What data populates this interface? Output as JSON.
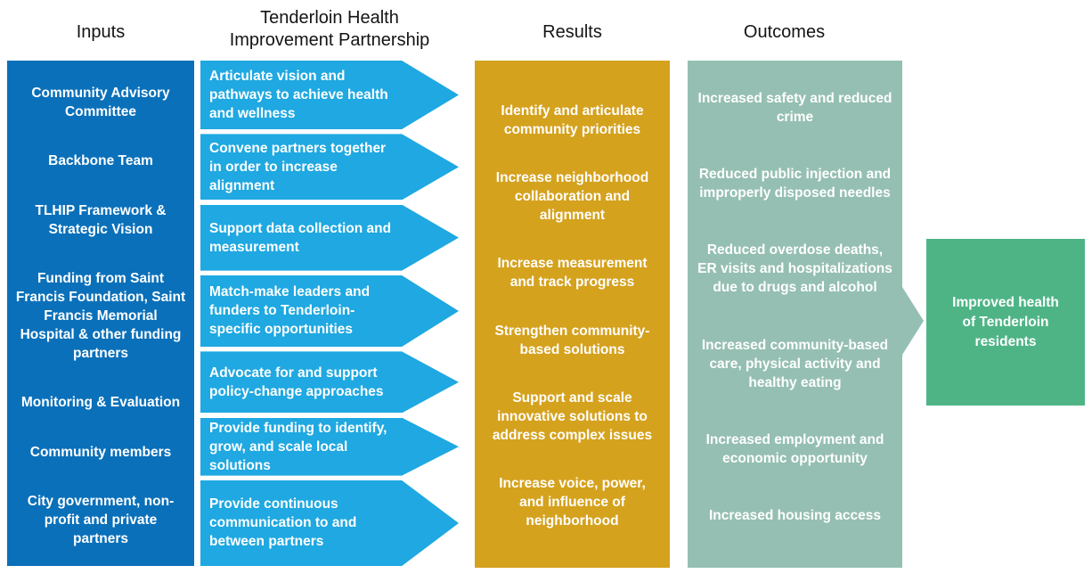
{
  "colors": {
    "inputs_bg": "#0a70ba",
    "activities_bg": "#1fa8e1",
    "results_bg": "#d5a21e",
    "outcomes_bg": "#95bfb2",
    "impact_bg": "#4eb486",
    "text_light": "#ffffff",
    "header_text": "#141414"
  },
  "headers": {
    "inputs": "Inputs",
    "activities": "Tenderloin Health Improvement Partnership",
    "results": "Results",
    "outcomes": "Outcomes"
  },
  "inputs": {
    "items": [
      "Community Advisory Committee",
      "Backbone Team",
      "TLHIP Framework & Strategic Vision",
      "Funding from Saint Francis Foundation, Saint Francis Memorial Hospital & other funding partners",
      "Monitoring & Evaluation",
      "Community members",
      "City government, non-profit and private partners"
    ]
  },
  "activities": {
    "items": [
      "Articulate vision and pathways to achieve health and wellness",
      "Convene partners together in order to increase alignment",
      "Support data collection and measurement",
      "Match-make leaders and funders to Tenderloin-specific opportunities",
      "Advocate for and support policy-change approaches",
      "Provide funding to identify, grow, and scale local solutions",
      "Provide continuous communication to and between partners"
    ]
  },
  "results": {
    "items": [
      "Identify and articulate community priorities",
      "Increase neighborhood collaboration and alignment",
      "Increase measurement and track progress",
      "Strengthen community-based solutions",
      "Support and scale innovative solutions to address complex issues",
      "Increase voice, power, and influence of neighborhood"
    ]
  },
  "outcomes": {
    "items": [
      "Increased safety and reduced crime",
      "Reduced public injection and improperly disposed needles",
      "Reduced overdose deaths, ER visits and hospitalizations due to drugs and alcohol",
      "Increased community-based care, physical activity and healthy eating",
      "Increased employment and economic opportunity",
      "Increased housing access"
    ]
  },
  "impact": {
    "label": "Improved health of Tenderloin residents"
  }
}
